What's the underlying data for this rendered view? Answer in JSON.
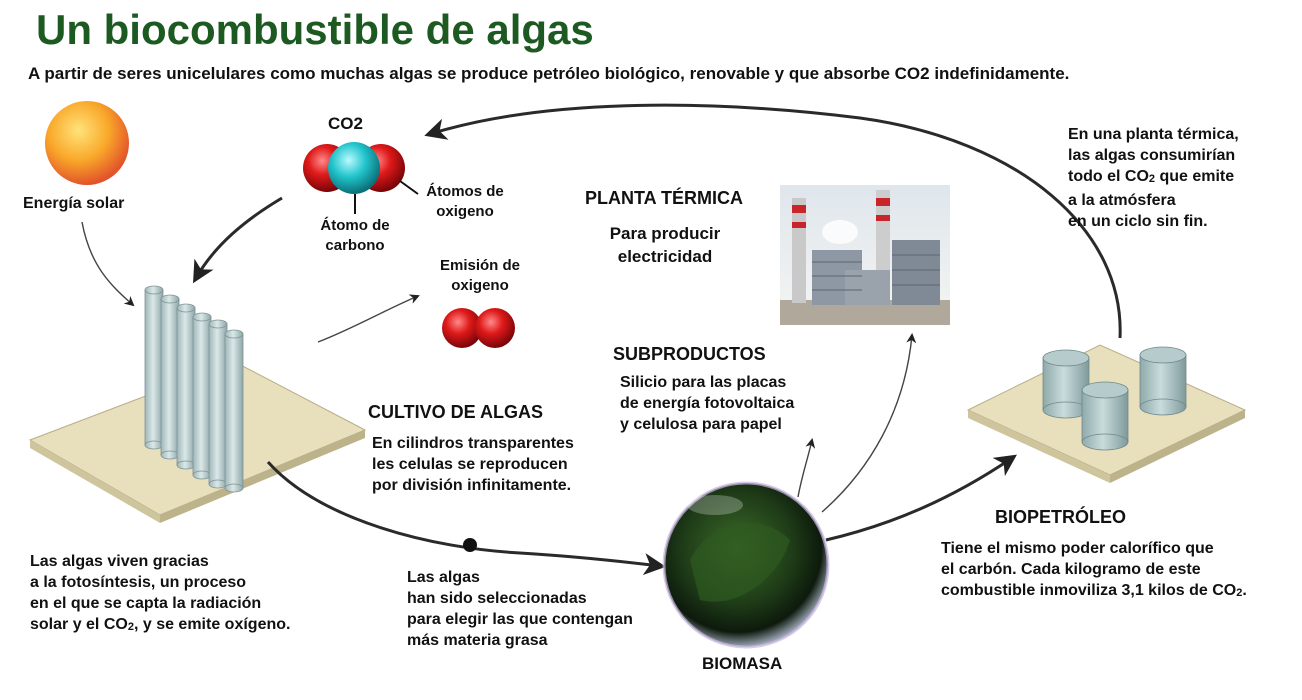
{
  "title": "Un biocombustible de algas",
  "subtitle": "A partir de seres unicelulares como muchas algas  se produce petróleo biológico, renovable y que absorbe CO2 indefinidamente.",
  "sun": {
    "label": "Energía solar",
    "color": "#f7a21a"
  },
  "co2_molecule": {
    "title": "CO2",
    "carbon_label_1": "Átomo de",
    "carbon_label_2": "carbono",
    "oxygen_label_1": "Átomos de",
    "oxygen_label_2": "oxigeno",
    "carbon_color": "#20c0c8",
    "oxygen_color": "#d8101a"
  },
  "oxygen_emission": {
    "label_1": "Emisión de",
    "label_2": "oxigeno"
  },
  "thermal_plant": {
    "heading": "PLANTA TÉRMICA",
    "line_1": "Para producir",
    "line_2": "electricidad"
  },
  "thermal_note": {
    "line_1": "En una planta térmica,",
    "line_2": "las algas consumirían",
    "line_3a": "todo el CO",
    "line_3b": "2",
    "line_3c": "  que emite",
    "line_4": "a la atmósfera",
    "line_5": "en un ciclo sin fin."
  },
  "byproducts": {
    "heading": "SUBPRODUCTOS",
    "line_1": "Silicio para las placas",
    "line_2": "de energía fotovoltaica",
    "line_3": "y celulosa para papel"
  },
  "cultivation": {
    "heading": "CULTIVO DE ALGAS",
    "line_1": "En cilindros transparentes",
    "line_2": "les celulas se reproducen",
    "line_3": "por división infinitamente."
  },
  "photosynthesis_note": {
    "line_1": "Las algas viven gracias",
    "line_2": "a la fotosíntesis, un proceso",
    "line_3": "en el que se capta la radiación",
    "line_4a": "solar y el",
    "line_4b": "CO",
    "line_4c": "2",
    "line_4d": ",   y se emite oxígeno."
  },
  "selection_note": {
    "line_1": "Las algas",
    "line_2": "han sido seleccionadas",
    "line_3": "para elegir las que contengan",
    "line_4": "más materia grasa"
  },
  "biomass": {
    "label": "BIOMASA"
  },
  "biopetroleum": {
    "heading": "BIOPETRÓLEO",
    "line_1": "Tiene el mismo poder calorífico que",
    "line_2": "el carbón. Cada kilogramo de este",
    "line_3a": "combustible inmoviliza 3,1 kilos de",
    "line_3b": "CO",
    "line_3c": "2",
    "line_3d": "."
  }
}
